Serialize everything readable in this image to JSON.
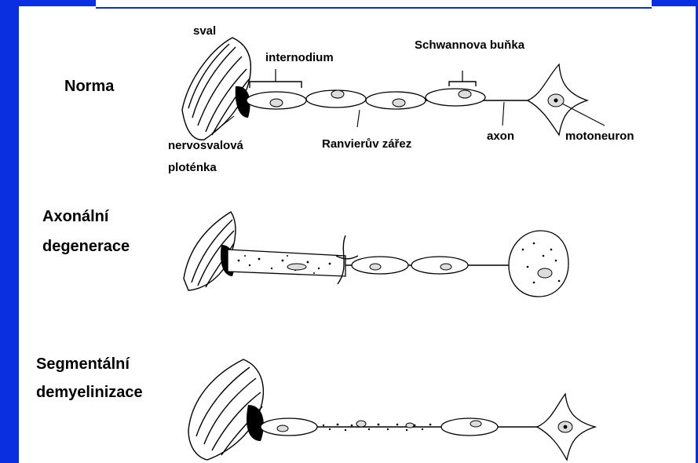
{
  "labels": {
    "sval": "sval",
    "internodium": "internodium",
    "schwann": "Schwannova buňka",
    "norma": "Norma",
    "nervosvalova": "nervosvalová",
    "plotenka": "ploténka",
    "ranvier": "Ranvierův zářez",
    "axon": "axon",
    "motoneuron": "motoneuron",
    "axonal_1": "Axonální",
    "axonal_2": "degenerace",
    "segment_1": "Segmentální",
    "segment_2": "demyelinizace"
  },
  "colors": {
    "frame": "#0a2fe0",
    "background": "#ffffff",
    "ink": "#000000"
  }
}
